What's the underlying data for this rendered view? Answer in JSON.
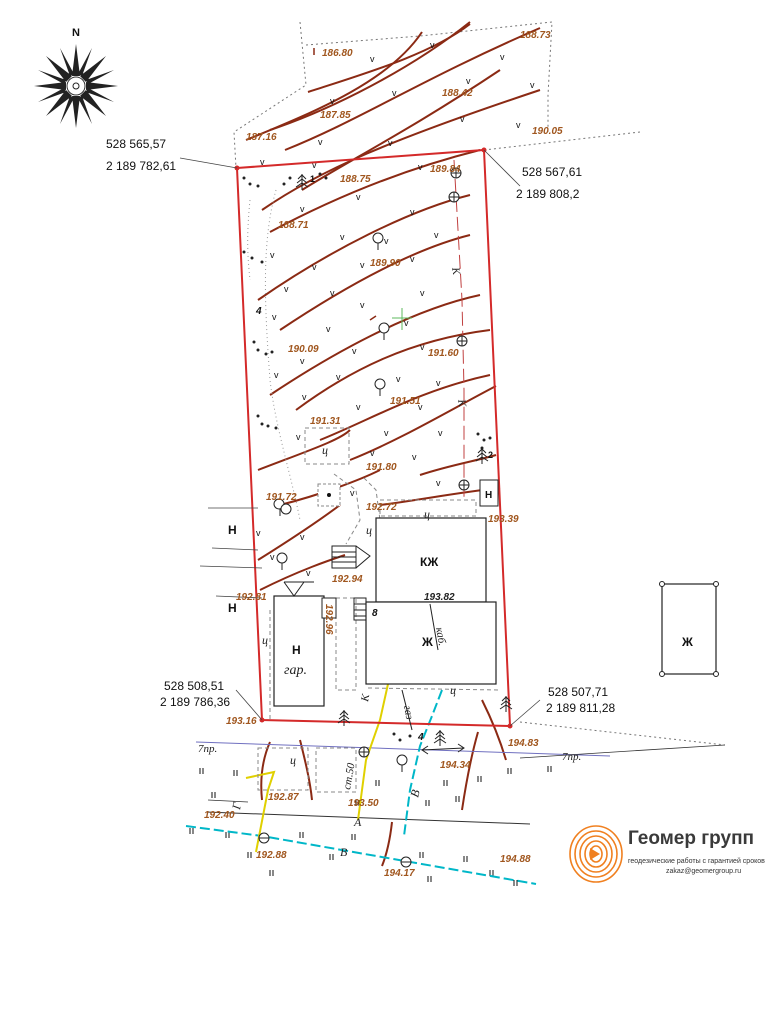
{
  "compass": {
    "north": "N"
  },
  "coordinates": [
    {
      "id": "nw",
      "line1": "528 565,57",
      "line2": "2 189 782,61"
    },
    {
      "id": "ne",
      "line1": "528 567,61",
      "line2": "2 189 808,2"
    },
    {
      "id": "sw",
      "line1": "528 508,51",
      "line2": "2 189 786,36"
    },
    {
      "id": "se",
      "line1": "528 507,71",
      "line2": "2 189 811,28"
    }
  ],
  "elevations": [
    "186.80",
    "188.73",
    "188.42",
    "187.85",
    "187.16",
    "190.05",
    "189.84",
    "188.75",
    "188.71",
    "189.90",
    "191.60",
    "190.09",
    "191.51",
    "191.31",
    "191.80",
    "191.72",
    "192.72",
    "193.39",
    "192.94",
    "192.81",
    "193.82",
    "192.96",
    "193.16",
    "194.83",
    "194.34",
    "192.87",
    "193.50",
    "192.40",
    "192.88",
    "194.17",
    "194.88"
  ],
  "labels": {
    "n1": "Н",
    "n2": "Н",
    "n3": "Н",
    "n4": "Н",
    "kzh": "КЖ",
    "zh": "Ж",
    "zh_side": "Ж",
    "gar": "гар.",
    "num4a": "4",
    "num8": "8",
    "num4b": "4",
    "c1": "ц",
    "c2": "ц",
    "c3": "ц",
    "c4": "ц",
    "c5": "ц",
    "c6": "ц",
    "k1": "К",
    "k2": "К",
    "k3": "К",
    "kab": "каб.",
    "gaz": "газ",
    "st": "ст.50",
    "sev1": "7пр.",
    "sev2": "7пр.",
    "a": "А",
    "v1": "В",
    "v2": "В",
    "g": "Г",
    "tree1": "1",
    "tree2": "2"
  },
  "vegetation_symbol": "v",
  "road_symbol": "ıı",
  "logo": {
    "name": "Геомер групп",
    "tagline": "геодезические работы с гарантией сроков",
    "email": "zakaz@geomergroup.ru"
  },
  "colors": {
    "boundary": "#d42a2a",
    "contour": "#8b2a14",
    "elevation": "#a0561e",
    "cable": "#00b7c8",
    "gas": "#e0d000",
    "sewer": "#7070c0"
  }
}
